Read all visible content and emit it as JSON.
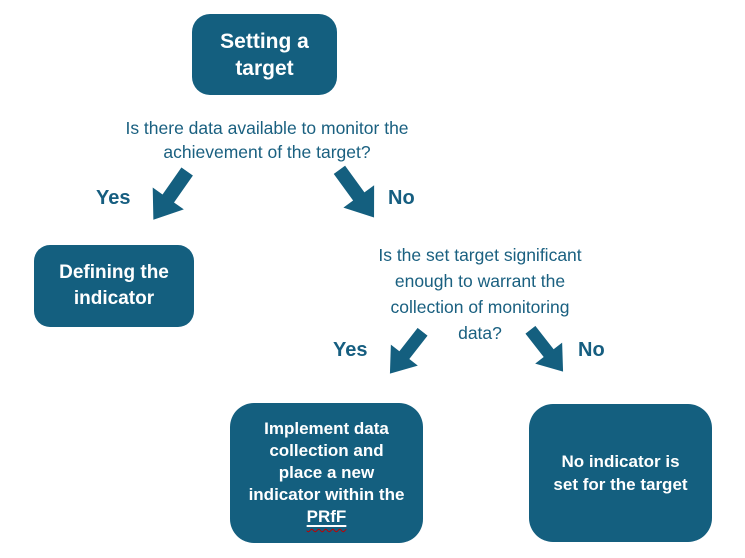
{
  "palette": {
    "background": "#FFFFFF",
    "node-fill": "#145F7F",
    "arrow-fill": "#145F7F",
    "question-text": "#1A6080",
    "label-text": "#165E80",
    "node-text": "#FFFFFF",
    "misspell-wavy": "#C00000"
  },
  "nodes": {
    "start": {
      "lines": [
        "Setting a",
        "target"
      ]
    },
    "defining": {
      "lines": [
        "Defining the",
        "indicator"
      ]
    },
    "implement": {
      "lines": [
        "Implement data",
        "collection and",
        "place a new",
        "indicator within the"
      ],
      "underlined_term": "PRfF"
    },
    "no_indicator": {
      "lines": [
        "No indicator is",
        "set for the target"
      ]
    }
  },
  "questions": {
    "q1": {
      "lines": [
        "Is there data available to monitor the",
        "achievement of the target?"
      ]
    },
    "q2": {
      "lines": [
        "Is the set target significant",
        "enough to warrant the",
        "collection of monitoring",
        "data?"
      ]
    }
  },
  "branch_labels": {
    "q1_yes": "Yes",
    "q1_no": "No",
    "q2_yes": "Yes",
    "q2_no": "No"
  }
}
